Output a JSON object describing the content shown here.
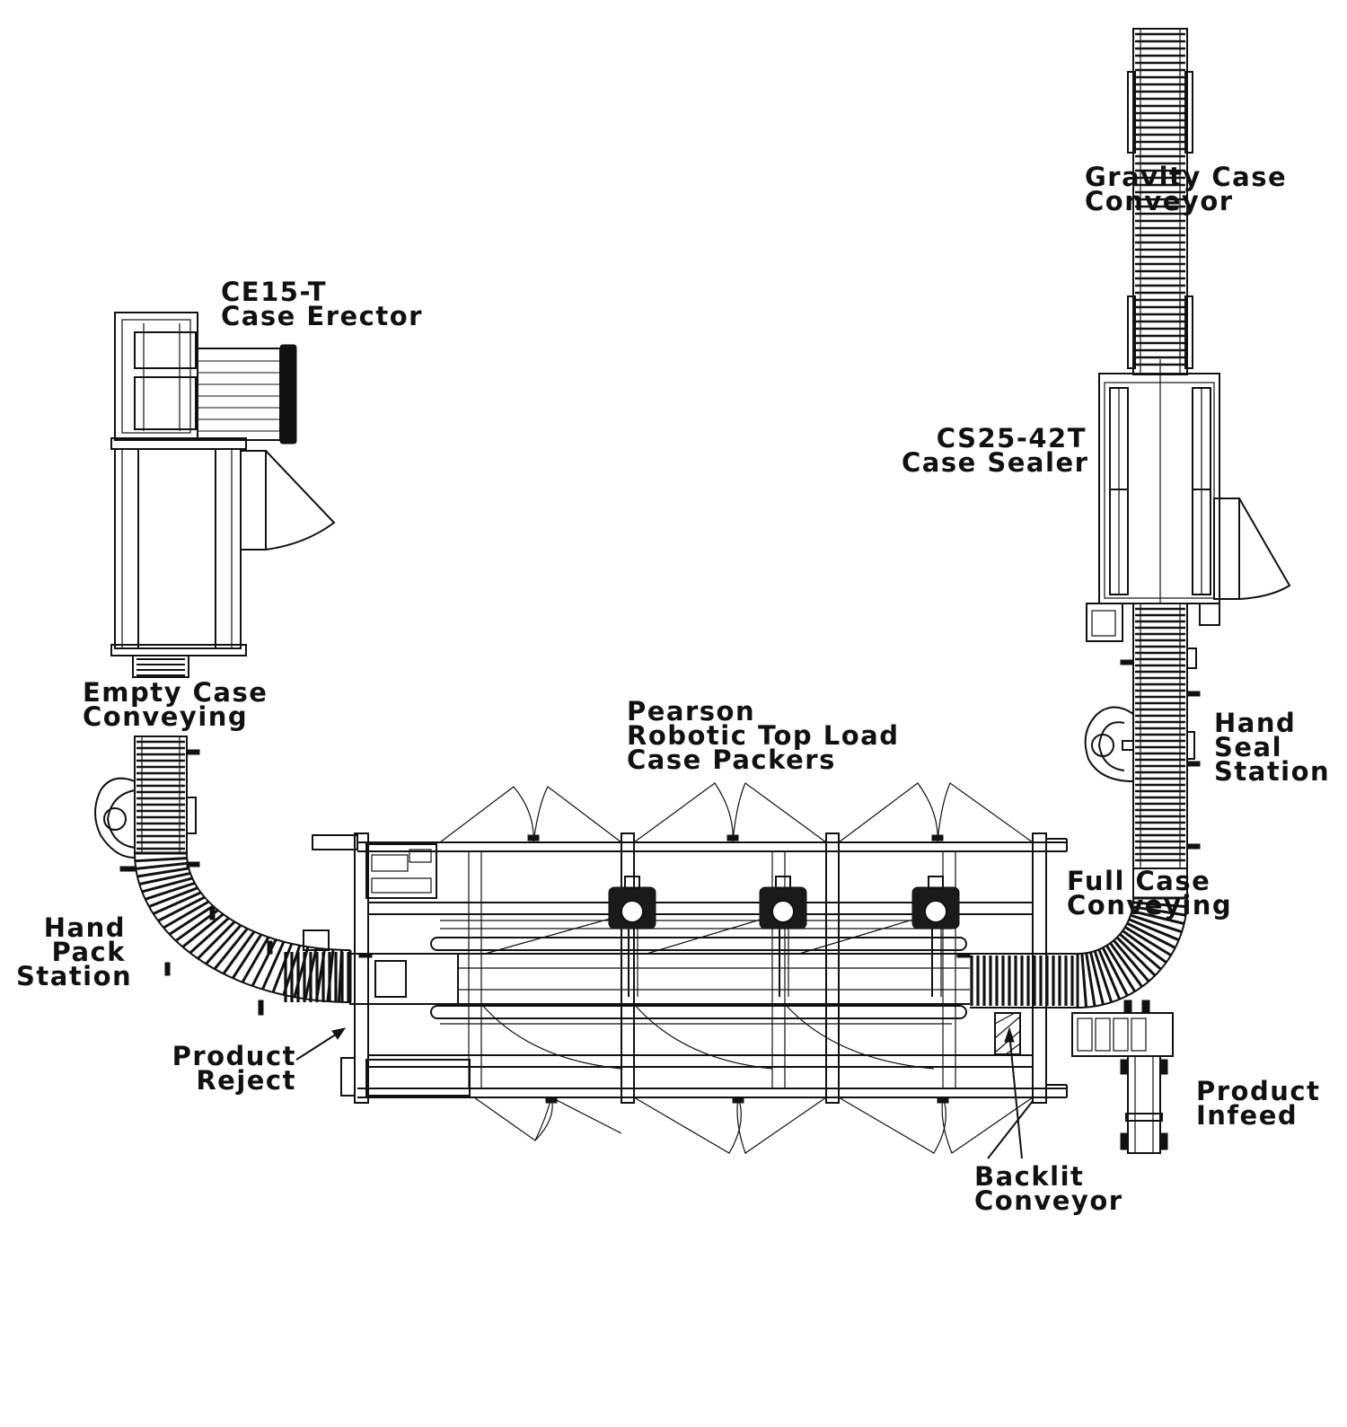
{
  "labels": {
    "gravity": [
      "Gravity Case",
      "Conveyor"
    ],
    "erector": [
      "CE15-T",
      "Case Erector"
    ],
    "sealer": [
      "CS25-42T",
      "Case Sealer"
    ],
    "empty": [
      "Empty Case",
      "Conveying"
    ],
    "pearson": [
      "Pearson",
      "Robotic Top Load",
      "Case Packers"
    ],
    "handseal": [
      "Hand",
      "Seal",
      "Station"
    ],
    "fullcase": [
      "Full Case",
      "Conveying"
    ],
    "handpack": [
      "Hand",
      "Pack",
      "Station"
    ],
    "reject": [
      "Product",
      "Reject"
    ],
    "infeed": [
      "Product",
      "Infeed"
    ],
    "backlit": [
      "Backlit",
      "Conveyor"
    ]
  },
  "colors": {
    "ink": "#111111",
    "paper": "#ffffff"
  }
}
